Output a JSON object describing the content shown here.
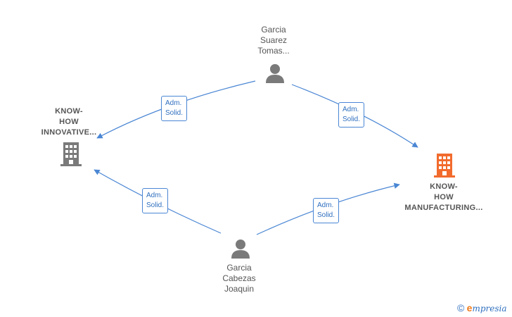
{
  "nodes": {
    "person_top": {
      "lines": [
        "Garcia",
        "Suarez",
        "Tomas..."
      ]
    },
    "person_bottom": {
      "lines": [
        "Garcia",
        "Cabezas",
        "Joaquin"
      ]
    },
    "company_left": {
      "lines": [
        "KNOW-",
        "HOW",
        "INNOVATIVE..."
      ]
    },
    "company_right": {
      "lines": [
        "KNOW-",
        "HOW",
        "MANUFACTURING..."
      ]
    }
  },
  "edges": {
    "top_to_left": {
      "lines": [
        "Adm.",
        "Solid."
      ]
    },
    "top_to_right": {
      "lines": [
        "Adm.",
        "Solid."
      ]
    },
    "bottom_to_left": {
      "lines": [
        "Adm.",
        "Solid."
      ]
    },
    "bottom_to_right": {
      "lines": [
        "Adm.",
        "Solid."
      ]
    }
  },
  "colors": {
    "edge": "#4a86d4",
    "person_icon": "#7a7a7a",
    "company_icon_default": "#7a7a7a",
    "company_icon_highlight": "#f26b2d"
  },
  "footer": {
    "copyright_symbol": "©",
    "brand_initial": "e",
    "brand_rest": "mpresia"
  }
}
